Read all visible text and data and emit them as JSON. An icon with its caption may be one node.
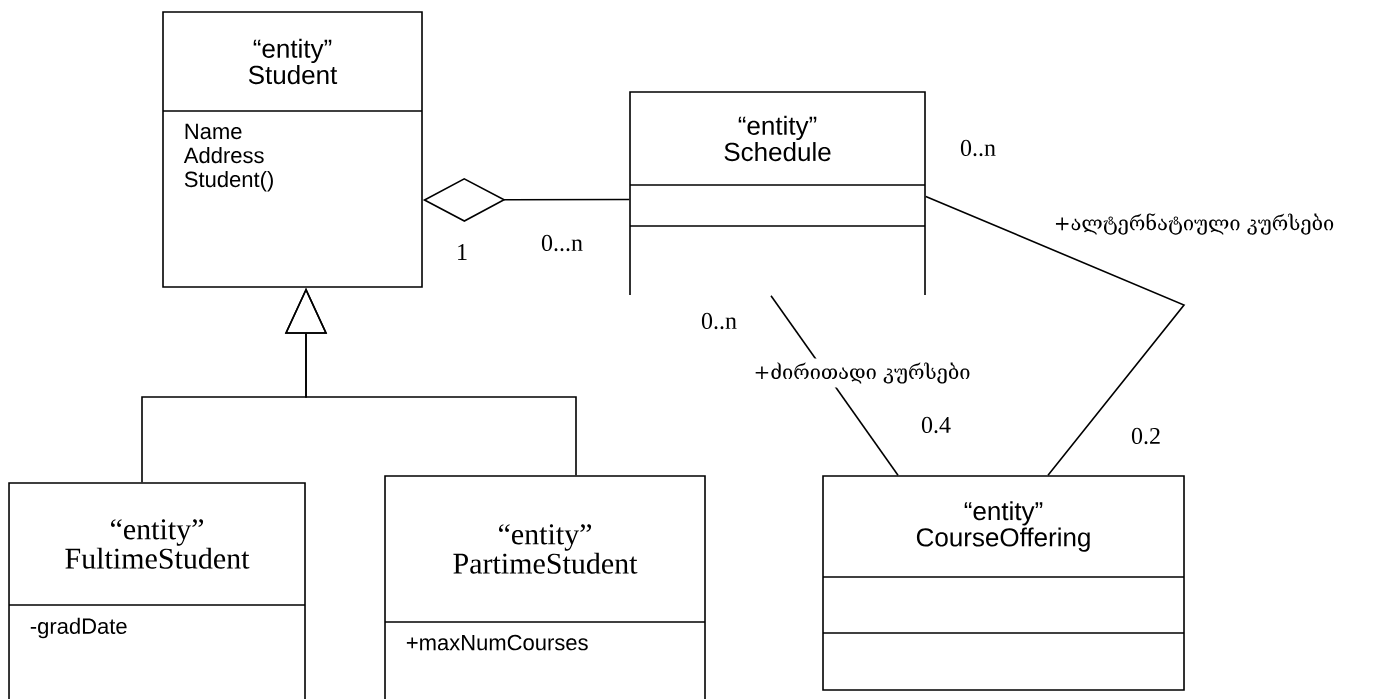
{
  "diagram": {
    "nodes": [
      {
        "text": [
          "“entity” Student",
          "Name Address Student()"
        ]
      },
      {
        "text": [
          "“entity” Schedule"
        ]
      },
      {
        "text": [
          "“entity” FultimeStudent",
          "-gradDate"
        ]
      },
      {
        "text": [
          "“entity” PartimeStudent",
          "+maxNumCourses"
        ]
      },
      {
        "text": [
          "“entity” CourseOffering"
        ]
      }
    ],
    "edges": [
      {
        "from": 1,
        "to": 0,
        "arrow": "other"
      },
      {
        "from": 2,
        "to": 0,
        "arrow": "to"
      },
      {
        "from": 3,
        "to": 0,
        "arrow": "to"
      },
      {
        "from": 1,
        "to": 4,
        "arrow": "none",
        "label": "+ძირითადი კურსები"
      },
      {
        "from": 1,
        "to": 4,
        "arrow": "none",
        "label": "+ალტერნატიული კურსები"
      }
    ],
    "labels": [
      "0..n",
      "0...n",
      "1",
      "0..n",
      "0.4",
      "0.2"
    ]
  }
}
